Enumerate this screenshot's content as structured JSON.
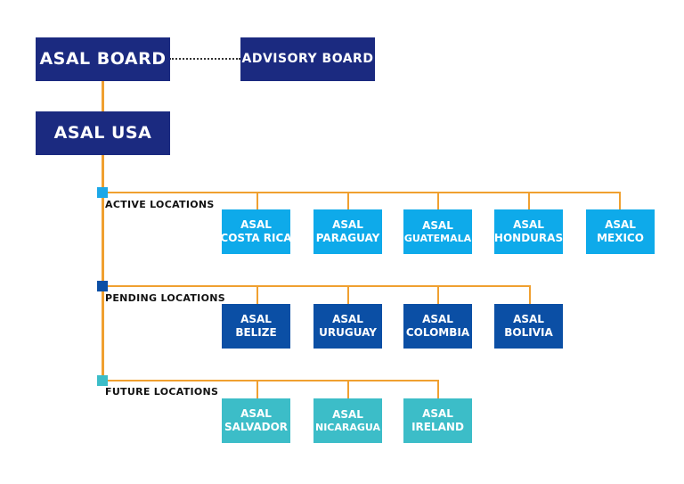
{
  "board": {
    "label": "ASAL BOARD"
  },
  "advisory": {
    "label": "ADVISORY BOARD"
  },
  "usa": {
    "label": "ASAL USA"
  },
  "colors": {
    "navy": "#1b2a80",
    "connector": "#f0a030",
    "active": "#0eaaea",
    "pending": "#0b4fa5",
    "future": "#3cbdc8"
  },
  "groups": [
    {
      "label": "ACTIVE LOCATIONS",
      "items": [
        {
          "prefix": "ASAL",
          "name": "COSTA RICA"
        },
        {
          "prefix": "ASAL",
          "name": "PARAGUAY"
        },
        {
          "prefix": "ASAL",
          "name": "GUATEMALA"
        },
        {
          "prefix": "ASAL",
          "name": "HONDURAS"
        },
        {
          "prefix": "ASAL",
          "name": "MEXICO"
        }
      ]
    },
    {
      "label": "PENDING LOCATIONS",
      "items": [
        {
          "prefix": "ASAL",
          "name": "BELIZE"
        },
        {
          "prefix": "ASAL",
          "name": "URUGUAY"
        },
        {
          "prefix": "ASAL",
          "name": "COLOMBIA"
        },
        {
          "prefix": "ASAL",
          "name": "BOLIVIA"
        }
      ]
    },
    {
      "label": "FUTURE LOCATIONS",
      "items": [
        {
          "prefix": "ASAL",
          "name": "SALVADOR"
        },
        {
          "prefix": "ASAL",
          "name": "NICARAGUA"
        },
        {
          "prefix": "ASAL",
          "name": "IRELAND"
        }
      ]
    }
  ]
}
